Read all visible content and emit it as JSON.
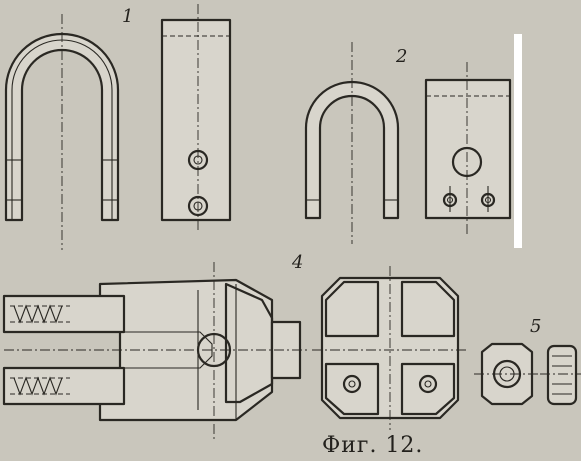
{
  "figure": {
    "caption": "Фиг. 12.",
    "part_labels": [
      "1",
      "2",
      "4",
      "5"
    ]
  },
  "colors": {
    "paper": "#c9c6bc",
    "ink": "#2a2823",
    "hatch": "#3a3732"
  }
}
